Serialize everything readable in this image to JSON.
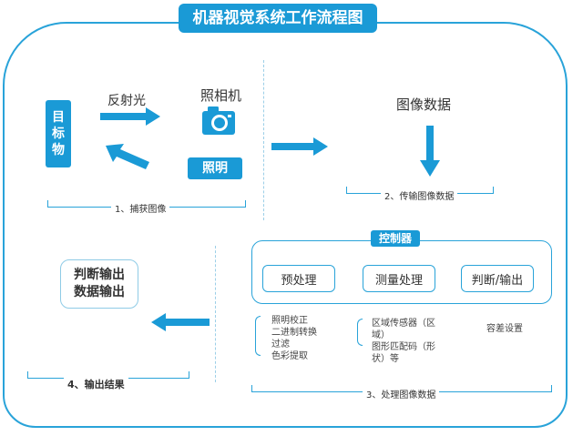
{
  "title": "机器视觉系统工作流程图",
  "capture": {
    "target": "目标物",
    "reflected_light": "反射光",
    "camera": "照相机",
    "lighting": "照明",
    "label": "1、捕获图像"
  },
  "transfer": {
    "image_data": "图像数据",
    "label": "2、传输图像数据"
  },
  "process": {
    "controller": "控制器",
    "steps": [
      "预处理",
      "测量处理",
      "判断/输出"
    ],
    "pre_items": [
      "照明校正",
      "二进制转换",
      "过滤",
      "色彩提取"
    ],
    "measure_items": [
      "区域传感器（区域）",
      "图形匹配码（形状）等"
    ],
    "judge_items": [
      "容差设置"
    ],
    "label": "3、处理图像数据"
  },
  "output": {
    "line1": "判断输出",
    "line2": "数据输出",
    "label": "4、输出结果"
  },
  "colors": {
    "accent": "#1a9ad6",
    "border": "#29a3d9"
  },
  "icons": [
    "camera-icon",
    "arrow-right-icon",
    "arrow-down-icon",
    "arrow-left-icon"
  ]
}
